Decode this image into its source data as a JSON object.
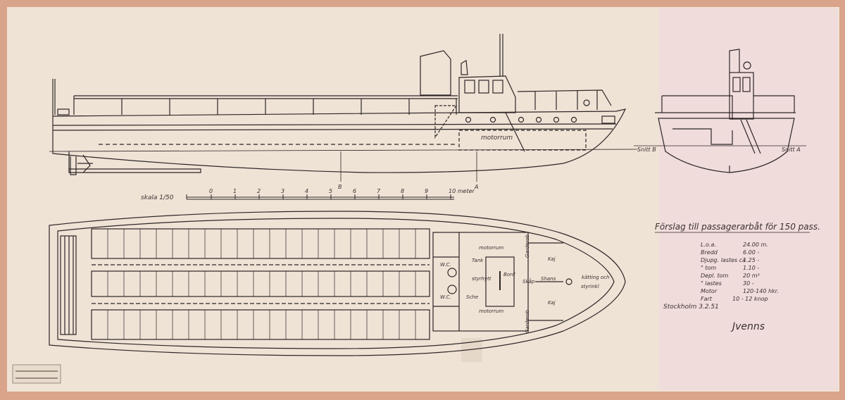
{
  "colors": {
    "paper": "#efe3d6",
    "paper_pink": "#f1dcdc",
    "border": "#d9a48a",
    "ink": "#2d2626"
  },
  "profile": {
    "label_motorrum": "motorrum",
    "section_b": "B",
    "section_a": "A"
  },
  "scale": {
    "label": "skala 1/50",
    "ticks": [
      "0",
      "1",
      "2",
      "3",
      "4",
      "5",
      "6",
      "7",
      "8",
      "9"
    ],
    "end_label": "10 meter"
  },
  "section_view": {
    "label_b": "Snitt B",
    "label_a": "Snitt A"
  },
  "plan": {
    "labels": {
      "motorrum_top": "motorrum",
      "motorrum_bottom": "motorrum",
      "styrhytt": "styrhytt",
      "bord": "Bord",
      "skap": "Skåp",
      "shans": "Shans",
      "kotting": "kätting och",
      "styrinkl": "styrinkl",
      "kaj_top": "Kaj",
      "kaj_bottom": "Kaj",
      "wc_top": "W.C.",
      "wc_bottom": "W.C.",
      "sche": "Sche",
      "tank": "Tank",
      "garderob_top": "Garderob",
      "garderob_bottom": "Garderob"
    }
  },
  "title": "Förslag till passagerarbåt för 150 pass.",
  "specs": [
    {
      "label": "L.o.a.",
      "value": "24.00 m."
    },
    {
      "label": "Bredd",
      "value": "6.00 -"
    },
    {
      "label": "Djupg. lastes ca",
      "value": "1.25 -"
    },
    {
      "label": "\" tom",
      "value": "1.10 -"
    },
    {
      "label": "Depl. tom",
      "value": "20 m³"
    },
    {
      "label": "\" lastes",
      "value": "30 -"
    },
    {
      "label": "Motor",
      "value": "120-140 hkr."
    },
    {
      "label": "Fart",
      "value": "10 - 12 knop"
    }
  ],
  "place_date": "Stockholm 3.2.51",
  "signature": "Jvenns"
}
